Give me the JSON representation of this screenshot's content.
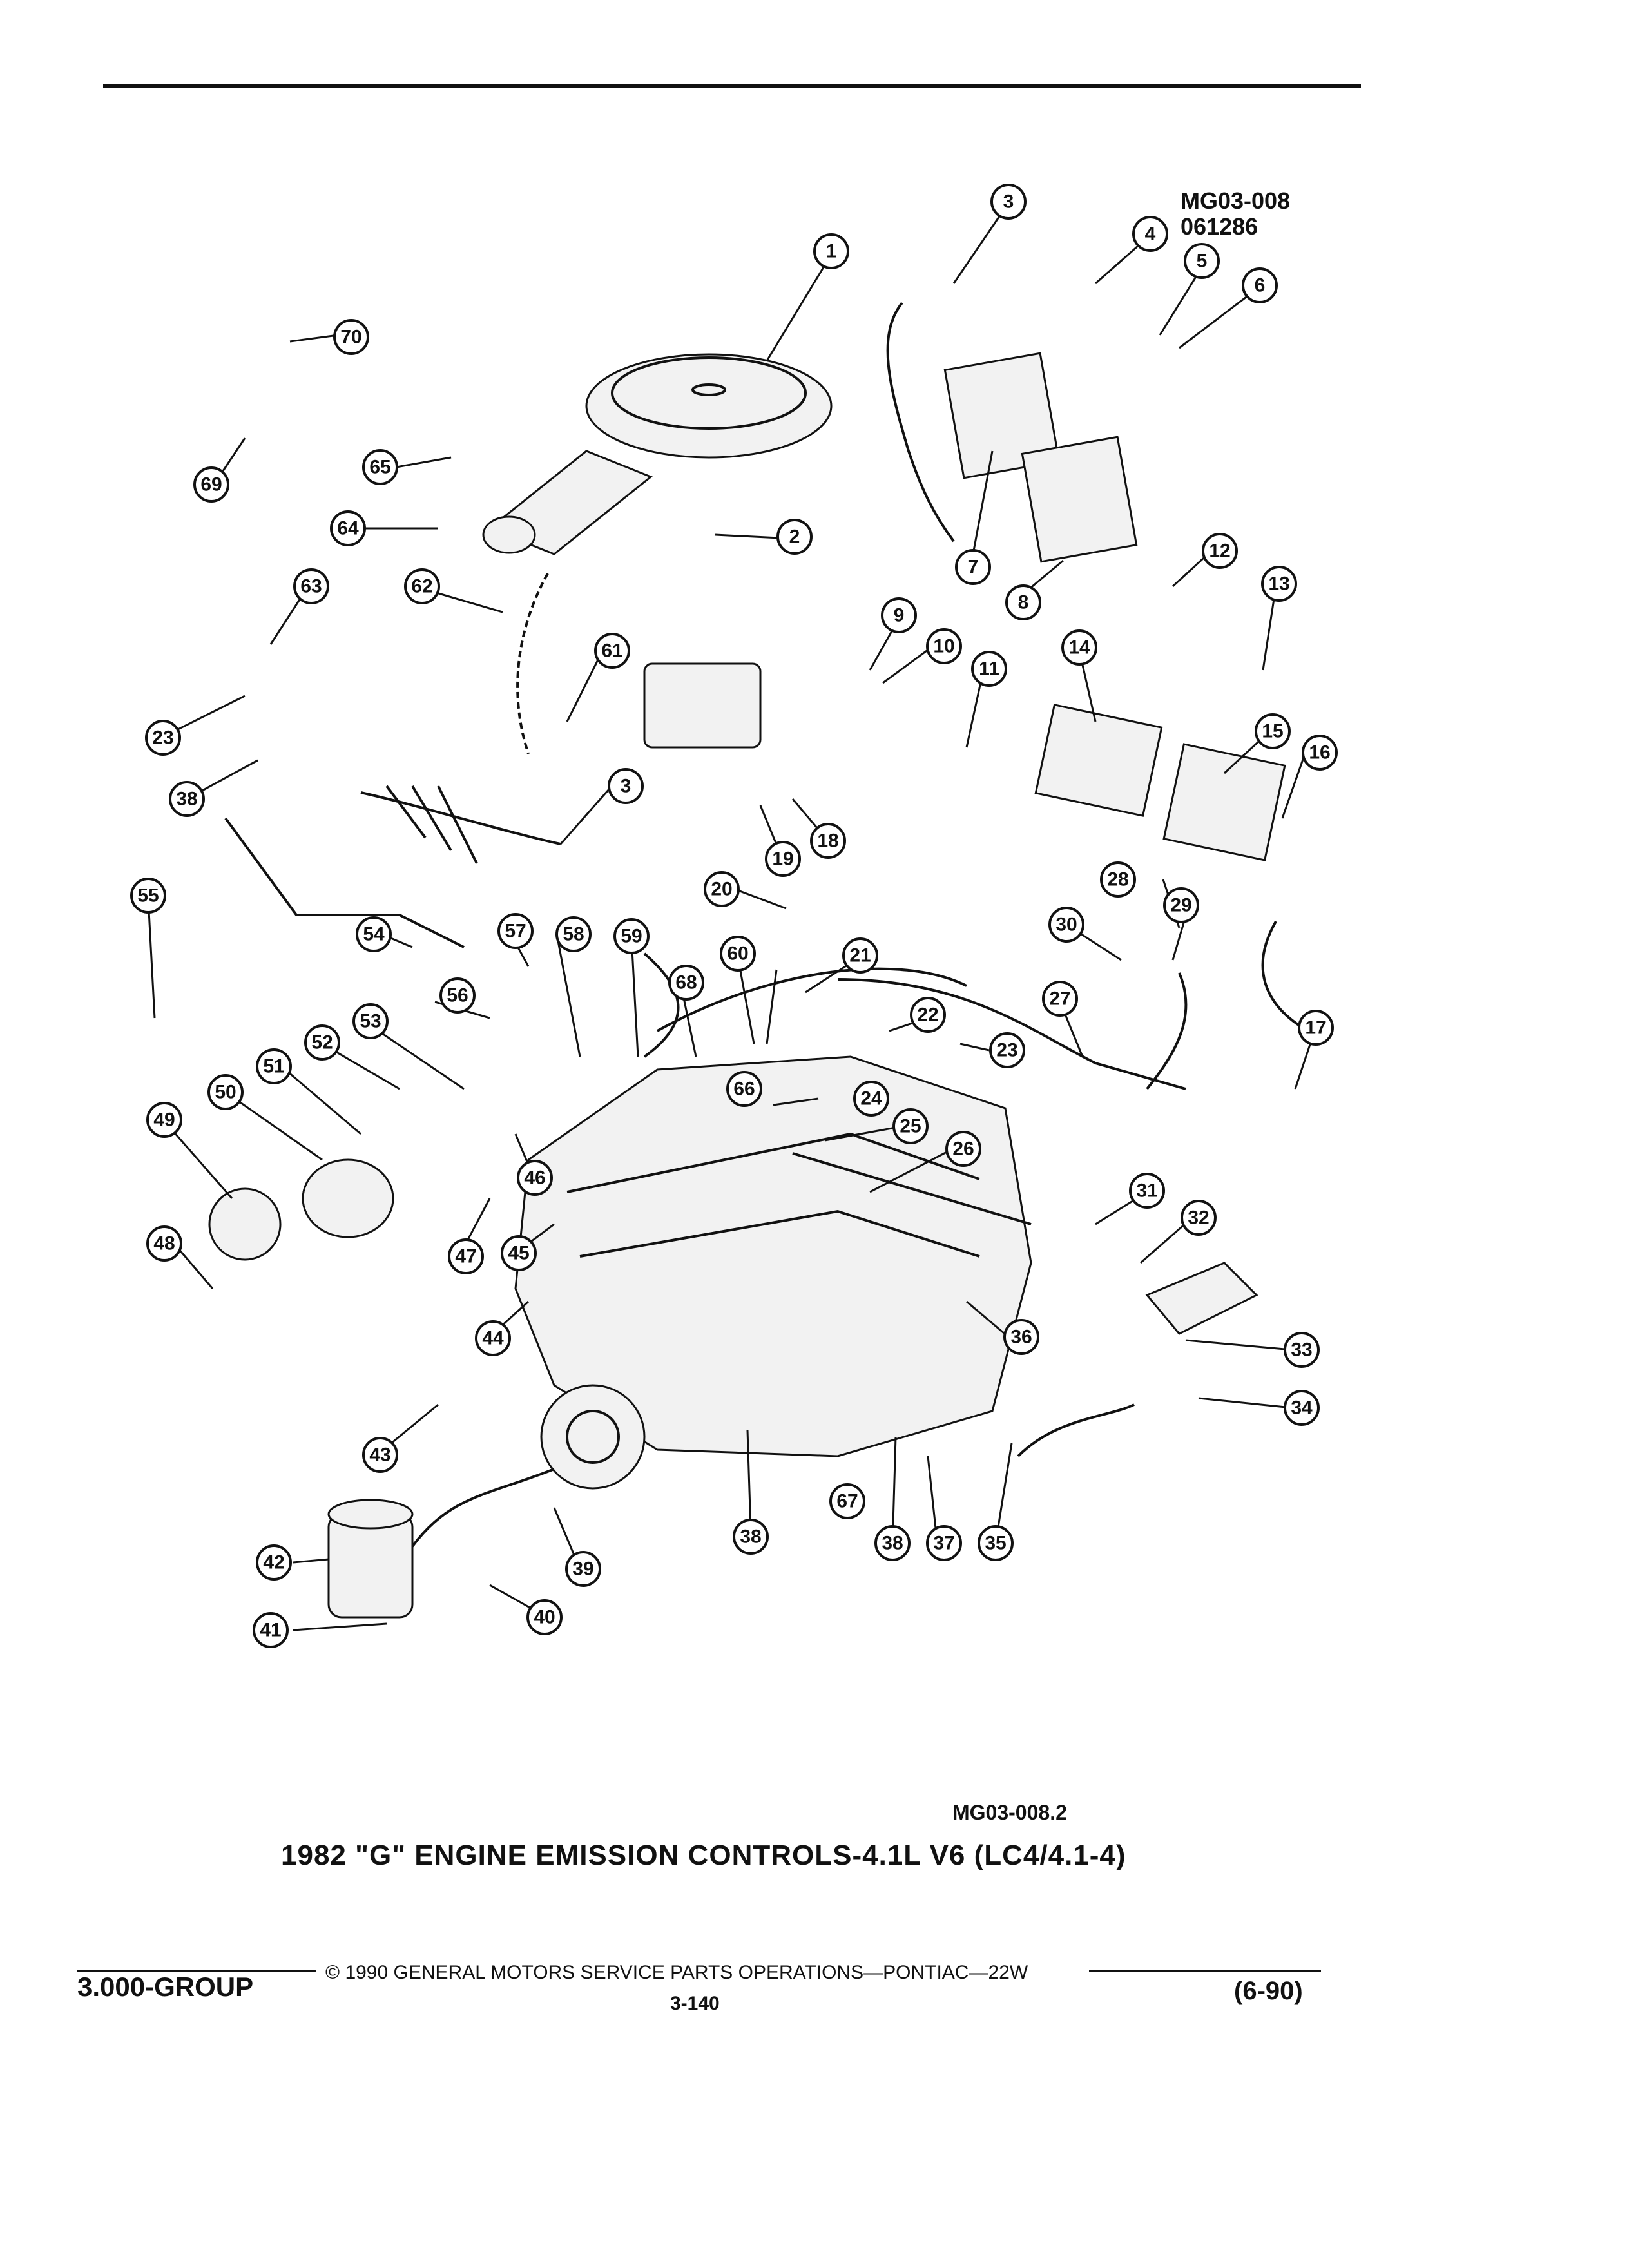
{
  "header": {
    "ref_code": "MG03-008",
    "ref_date": "061286"
  },
  "diagram": {
    "figure_code": "MG03-008.2",
    "title": "1982 \"G\" ENGINE EMISSION CONTROLS-4.1L V6 (LC4/4.1-4)",
    "callouts": [
      "1",
      "2",
      "3",
      "4",
      "5",
      "6",
      "7",
      "8",
      "9",
      "10",
      "11",
      "12",
      "13",
      "14",
      "15",
      "16",
      "17",
      "18",
      "19",
      "20",
      "21",
      "22",
      "23",
      "24",
      "25",
      "26",
      "27",
      "28",
      "29",
      "30",
      "31",
      "32",
      "33",
      "34",
      "35",
      "36",
      "37",
      "38",
      "39",
      "40",
      "41",
      "42",
      "43",
      "44",
      "45",
      "46",
      "47",
      "48",
      "49",
      "50",
      "51",
      "52",
      "53",
      "54",
      "55",
      "56",
      "57",
      "58",
      "59",
      "60",
      "61",
      "62",
      "63",
      "64",
      "65",
      "66",
      "67",
      "68",
      "69",
      "70"
    ]
  },
  "footer": {
    "copyright": "© 1990 GENERAL MOTORS SERVICE PARTS OPERATIONS—PONTIAC—22W",
    "group": "3.000-GROUP",
    "page": "3-140",
    "date": "(6-90)"
  }
}
